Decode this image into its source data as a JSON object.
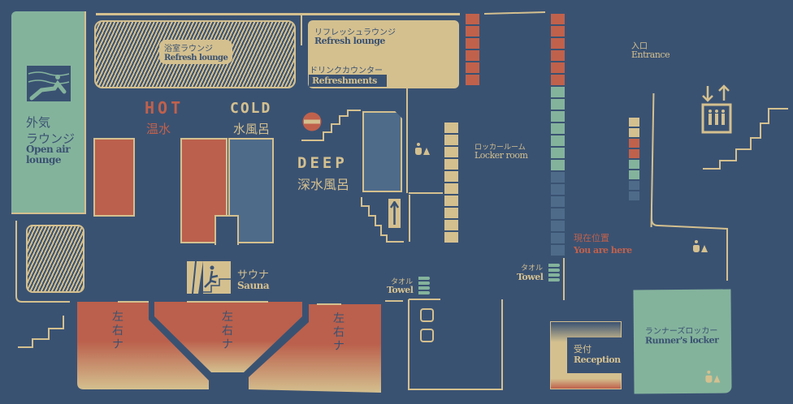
{
  "colors": {
    "background": "#3a5272",
    "line": "#d4c08f",
    "hot": "#bb604c",
    "cold": "#4e6b8a",
    "green": "#84b39c",
    "you_are_here": "#c0614c"
  },
  "open_air_lounge": {
    "jp_line1": "外気",
    "jp_line2": "ラウンジ",
    "en_line1": "Open air",
    "en_line2": "lounge",
    "icon": "outdoor-bath-icon"
  },
  "bath_lounge": {
    "jp": "浴室ラウンジ",
    "en": "Refresh lounge"
  },
  "refresh_lounge": {
    "jp": "リフレッシュラウンジ",
    "en": "Refresh lounge"
  },
  "drink_counter": {
    "jp": "ドリンクカウンター",
    "en": "Refreshments"
  },
  "hot_bath": {
    "sign": "HOT",
    "jp": "温水"
  },
  "cold_bath": {
    "sign": "COLD",
    "jp": "水風呂"
  },
  "deep_bath": {
    "sign": "DEEP",
    "jp": "深水風呂"
  },
  "sauna": {
    "jp": "サウナ",
    "en": "Sauna"
  },
  "sauna_rooms": [
    {
      "label": [
        "左",
        "右",
        "ナ"
      ]
    },
    {
      "label": [
        "左",
        "右",
        "ナ"
      ]
    },
    {
      "label": [
        "左",
        "右",
        "ナ"
      ]
    }
  ],
  "locker_room": {
    "jp": "ロッカールーム",
    "en": "Locker room"
  },
  "towel_1": {
    "jp": "タオル",
    "en": "Towel"
  },
  "towel_2": {
    "jp": "タオル",
    "en": "Towel"
  },
  "entrance": {
    "jp": "入口",
    "en": "Entrance"
  },
  "you_are_here": {
    "jp": "現在位置",
    "en": "You are here"
  },
  "reception": {
    "jp": "受付",
    "en": "Reception"
  },
  "runners_locker": {
    "jp": "ランナーズロッカー",
    "en": "Runner's locker"
  },
  "icons": [
    "restroom-icon",
    "elevator-icon",
    "stairs-icon",
    "no-entry-icon",
    "up-arrow-icon",
    "towel-icon",
    "sauna-icon"
  ]
}
